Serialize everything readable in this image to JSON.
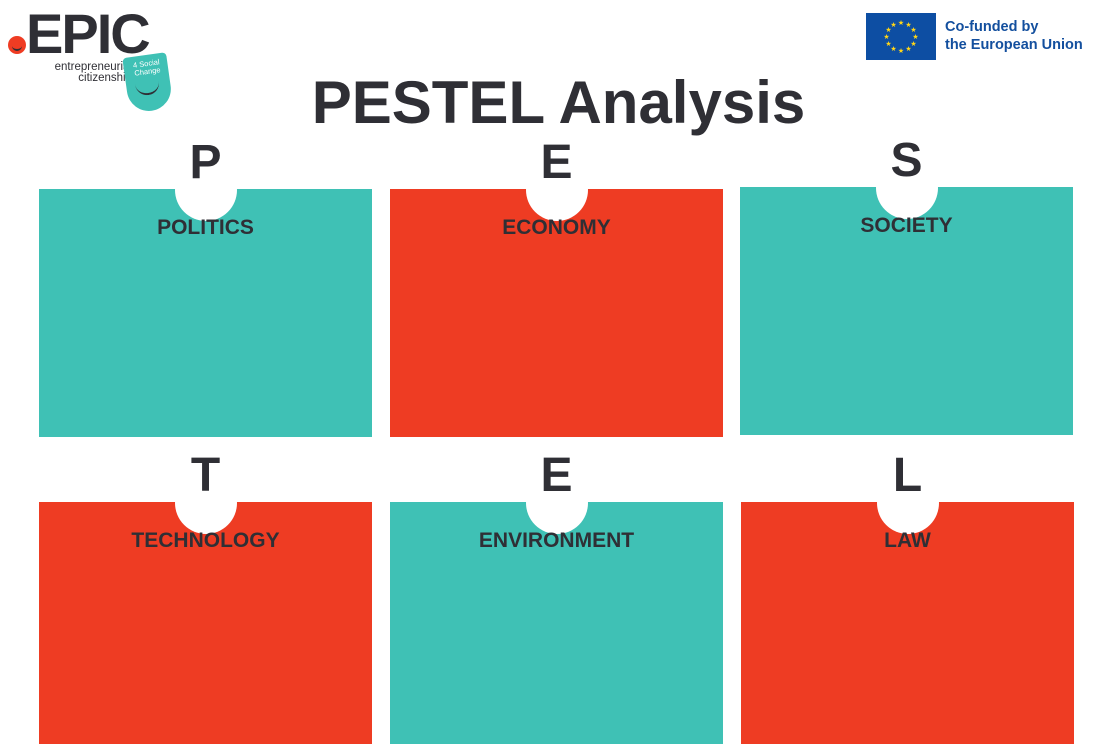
{
  "logo": {
    "name": "EPIC",
    "subtitle_line1": "entrepreneurial",
    "subtitle_line2": "citizenship",
    "tag_line1": "4 Social",
    "tag_line2": "Change"
  },
  "eu_badge": {
    "line1": "Co-funded by",
    "line2": "the European Union"
  },
  "title": "PESTEL Analysis",
  "colors": {
    "teal": "#3fc1b5",
    "red": "#ee3c23",
    "text": "#2f2f35",
    "eu_blue": "#134f9e"
  },
  "cards": [
    {
      "letter": "P",
      "label": "POLITICS",
      "color": "teal"
    },
    {
      "letter": "E",
      "label": "ECONOMY",
      "color": "red"
    },
    {
      "letter": "S",
      "label": "SOCIETY",
      "color": "teal"
    },
    {
      "letter": "T",
      "label": "TECHNOLOGY",
      "color": "red"
    },
    {
      "letter": "E",
      "label": "ENVIRONMENT",
      "color": "teal"
    },
    {
      "letter": "L",
      "label": "LAW",
      "color": "red"
    }
  ]
}
